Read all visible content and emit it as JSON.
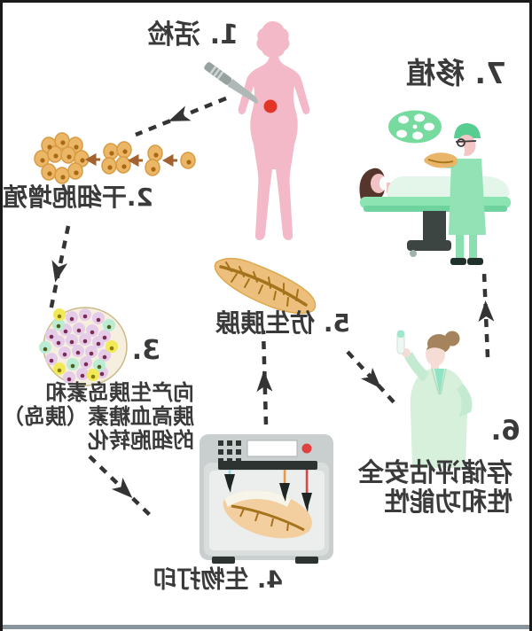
{
  "steps": {
    "s1": {
      "label": "1. 活检"
    },
    "s2": {
      "label": "2.干细胞增殖"
    },
    "s3": {
      "number": "3.",
      "lines": [
        "向产生胰岛素和",
        "胰高血糖素（胰岛）",
        "的细胞转化"
      ]
    },
    "s4": {
      "label": "4. 生物打印"
    },
    "s5": {
      "label": "5. 仿生胰腺"
    },
    "s6": {
      "number": "6.",
      "lines": [
        "存储评估安全",
        "性和功能性"
      ]
    },
    "s7": {
      "label": "7. 移植"
    }
  },
  "illustrations": {
    "step1": "patient-figure-with-scalpel",
    "step2": "stem-cell-proliferation-row",
    "step3": "islet-cell-cluster",
    "step4": "bioprinter",
    "step5": "bionic-pancreas",
    "step6": "scientist-with-test-tube",
    "step7": "operating-room-transplant"
  },
  "colors": {
    "skin_pink": "#f3b9c8",
    "biopsy_dot_red": "#e33527",
    "scalpel_gray": "#aeb8b6",
    "cell_tan": "#ecb667",
    "cell_arrow_brown": "#a2622f",
    "cluster_lavender": "#e5cdea",
    "cluster_green": "#b9ecd2",
    "cluster_yellow": "#f1ea56",
    "pancreas_tan": "#edbf7c",
    "pancreas_vein_brown": "#a5731c",
    "medical_green": "#8ce0b0",
    "printer_gray": "#c9cfce",
    "flow_arrow_dark": "#343434",
    "text_dark": "#3a3a3a",
    "frame_border": "#191919",
    "bottom_bar": "#8a949c"
  }
}
